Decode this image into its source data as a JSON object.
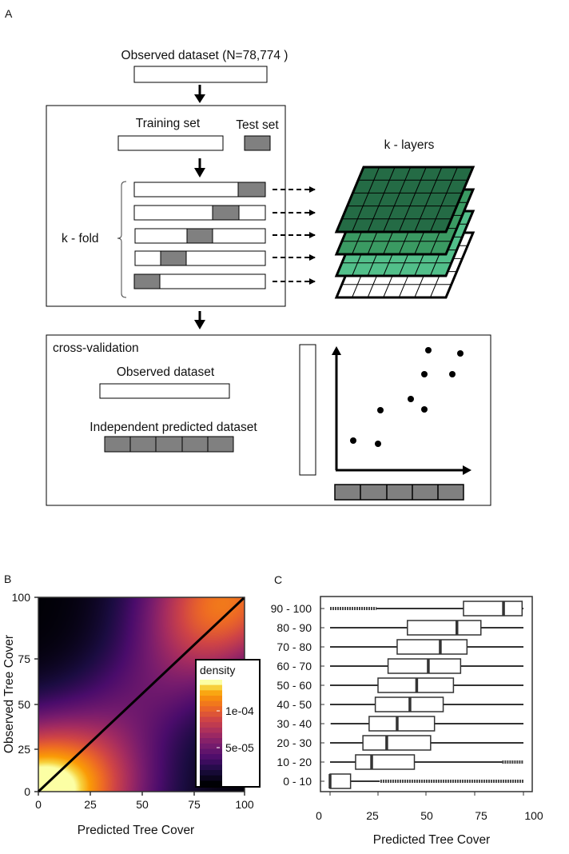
{
  "panel_a": {
    "label": "A",
    "observed_title": "Observed dataset (N=78,774 )",
    "training_set": "Training set",
    "test_set": "Test set",
    "k_fold": "k - fold",
    "k_layers": "k - layers",
    "cross_validation": "cross-validation",
    "cv_observed": "Observed dataset",
    "cv_predicted": "Independent predicted dataset",
    "colors": {
      "layer1": "#246b45",
      "layer2": "#3a9a62",
      "layer3": "#52bf8a",
      "layer4": "#ffffff",
      "test_grey": "#808080"
    }
  },
  "chart_data": [
    {
      "panel": "B",
      "type": "heatmap",
      "xlabel": "Predicted Tree Cover",
      "ylabel": "Observed Tree Cover",
      "xlim": [
        0,
        100
      ],
      "ylim": [
        0,
        100
      ],
      "xticks": [
        "0",
        "25",
        "50",
        "75",
        "100"
      ],
      "yticks": [
        "0",
        "25",
        "50",
        "75",
        "100"
      ],
      "reference_line": "1:1",
      "legend": {
        "title": "density",
        "ticks": [
          "1e-04",
          "5e-05"
        ],
        "placement": "bottom-right",
        "colormap": "inferno"
      },
      "description_peaks": [
        {
          "x": 5,
          "y": 5,
          "density": "high"
        },
        {
          "x": 85,
          "y": 100,
          "density": "medium"
        }
      ]
    },
    {
      "panel": "C",
      "type": "box",
      "xlabel": "Predicted Tree Cover",
      "xticks": [
        "0",
        "25",
        "50",
        "75",
        "100"
      ],
      "xlim": [
        0,
        100
      ],
      "categories": [
        "0 - 10",
        "10 - 20",
        "20 - 30",
        "30 - 40",
        "40 - 50",
        "50 - 60",
        "60 - 70",
        "70 - 80",
        "80 - 90",
        "90 - 100"
      ],
      "boxes": [
        {
          "low": 0,
          "q1": 0,
          "median": 0,
          "q3": 10.6,
          "high": 25.7,
          "outliers": [
            26,
            100
          ]
        },
        {
          "low": 0,
          "q1": 13.2,
          "median": 21.5,
          "q3": 43.6,
          "high": 89,
          "outliers": [
            89,
            100
          ]
        },
        {
          "low": 0,
          "q1": 17,
          "median": 29.3,
          "q3": 52,
          "high": 100,
          "outliers": null
        },
        {
          "low": 0.3,
          "q1": 20.2,
          "median": 34.7,
          "q3": 54,
          "high": 100,
          "outliers": null
        },
        {
          "low": 0,
          "q1": 23.4,
          "median": 41.3,
          "q3": 58.5,
          "high": 100,
          "outliers": null
        },
        {
          "low": 0,
          "q1": 24.8,
          "median": 44.8,
          "q3": 63.8,
          "high": 100,
          "outliers": null
        },
        {
          "low": 0,
          "q1": 30,
          "median": 50.8,
          "q3": 67.5,
          "high": 100,
          "outliers": null
        },
        {
          "low": 0,
          "q1": 34.7,
          "median": 57,
          "q3": 70.8,
          "high": 100,
          "outliers": null
        },
        {
          "low": 0,
          "q1": 40,
          "median": 65.6,
          "q3": 78,
          "high": 100,
          "outliers": null
        },
        {
          "low": 24,
          "q1": 69,
          "median": 89.7,
          "q3": 99.3,
          "high": 100,
          "outliers": [
            0,
            24
          ]
        }
      ]
    }
  ]
}
